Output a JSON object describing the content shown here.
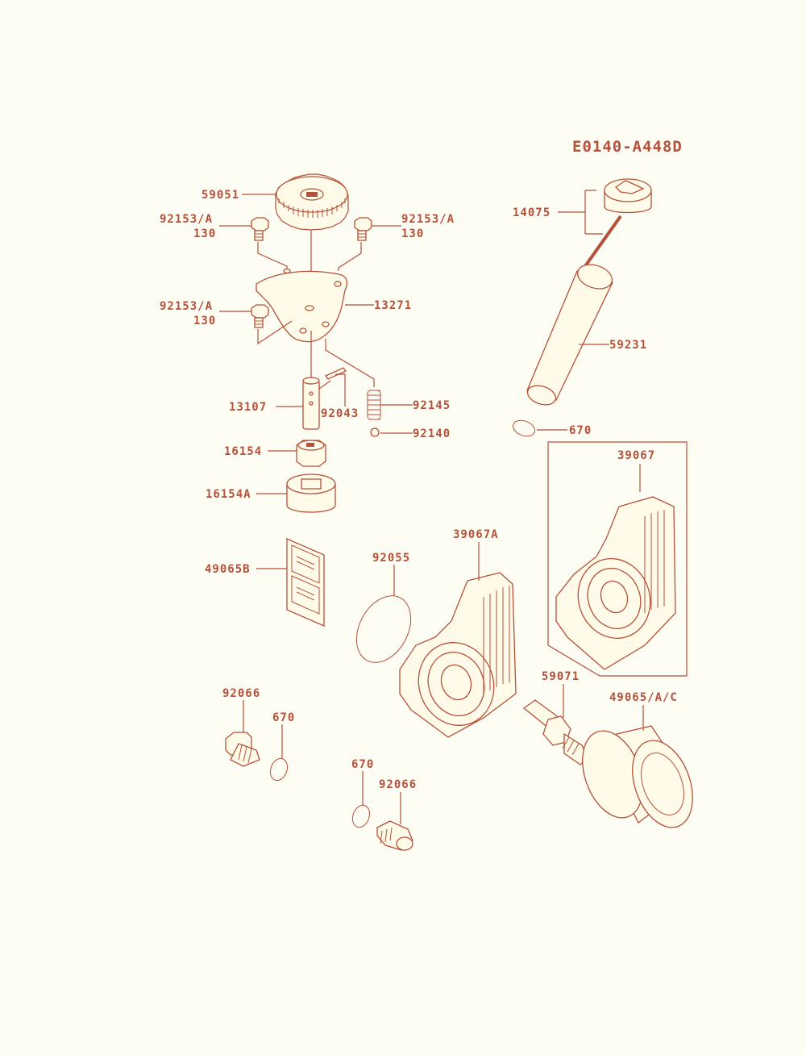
{
  "diagram": {
    "code": "E0140-A448D",
    "labels": {
      "gear": "59051",
      "bolt_a_top_left": "92153/A",
      "bolt_a_top_left_torque": "130",
      "bolt_a_top_right": "92153/A",
      "bolt_a_top_right_torque": "130",
      "bolt_a_mid": "92153/A",
      "bolt_a_mid_torque": "130",
      "plate": "13271",
      "shaft": "13107",
      "pin": "92043",
      "spring": "92145",
      "ball": "92140",
      "rotor_inner": "16154",
      "rotor_outer": "16154A",
      "screen": "49065B",
      "gasket_large": "92055",
      "cover_a": "39067A",
      "cover": "39067",
      "dipstick": "14075",
      "filler_tube": "59231",
      "oring_tube": "670",
      "drain_plug_left": "92066",
      "oring_left": "670",
      "oring_bottom": "670",
      "drain_plug_bottom": "92066",
      "fitting": "59071",
      "oil_filter": "49065/A/C"
    }
  }
}
